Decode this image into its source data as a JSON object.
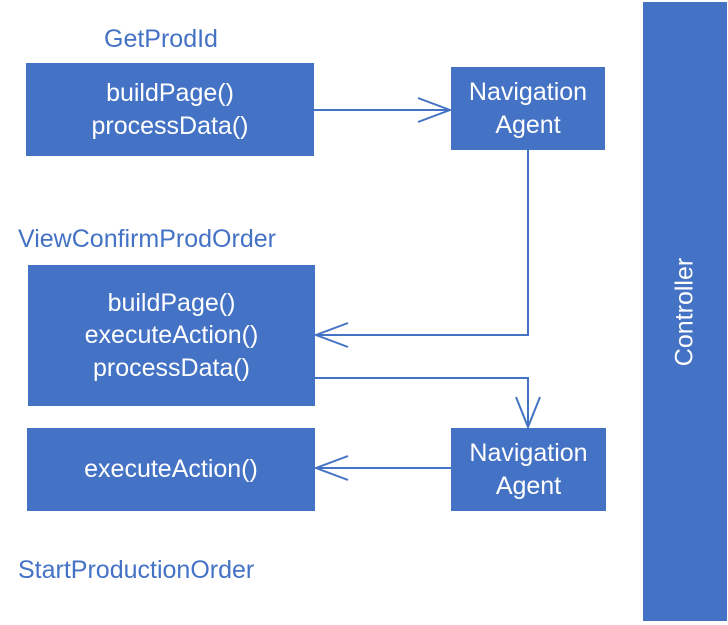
{
  "colors": {
    "accent": "#4472C4",
    "text_on_accent": "#FFFFFF"
  },
  "pages": {
    "get_prod_id": {
      "title": "GetProdId",
      "methods": [
        "buildPage()",
        "processData()"
      ]
    },
    "view_confirm_prod_order": {
      "title": "ViewConfirmProdOrder",
      "methods": [
        "buildPage()",
        "executeAction()",
        "processData()"
      ]
    },
    "start_production_order": {
      "title": "StartProductionOrder",
      "methods": [
        "executeAction()"
      ]
    }
  },
  "navigation_agents": [
    {
      "lines": [
        "Navigation",
        "Agent"
      ]
    },
    {
      "lines": [
        "Navigation",
        "Agent"
      ]
    }
  ],
  "controller": {
    "label": "Controller"
  }
}
